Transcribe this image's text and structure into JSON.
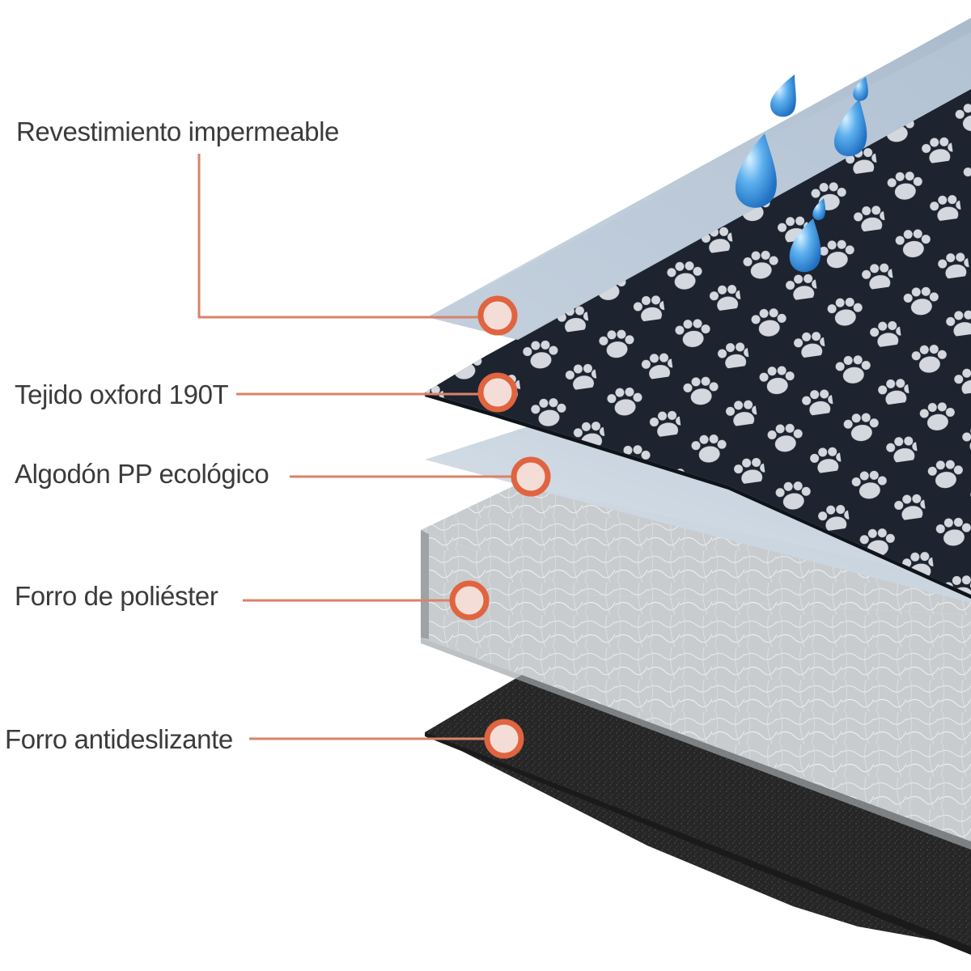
{
  "layers": [
    {
      "label": "Revestimiento impermeable"
    },
    {
      "label": "Tejido oxford 190T"
    },
    {
      "label": "Algodón PP ecológico"
    },
    {
      "label": "Forro de poliéster"
    },
    {
      "label": "Forro antideslizante"
    }
  ],
  "colors": {
    "leader_line": "#d9826a",
    "marker_ring": "#e0643f",
    "marker_fill": "#f4ddd7",
    "label_text": "#3b3b3b",
    "oxford_fabric": "#1d2430",
    "paw_print": "#d4d8de",
    "waterproof_film": "#b3c3d4",
    "cotton_layer": "#c4c7ca",
    "antislip_base": "#2b2b2b",
    "water_drop": "#3a92dd"
  },
  "icons": {
    "pattern": "paw-print-icon",
    "water": "water-drop-icon"
  }
}
